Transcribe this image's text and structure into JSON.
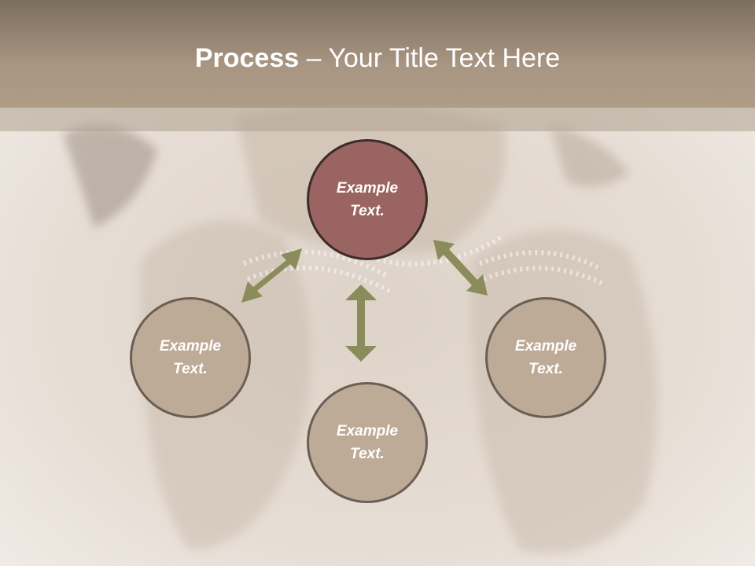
{
  "slide": {
    "title_bold": "Process",
    "title_rest": " – Your Title Text Here"
  },
  "diagram": {
    "nodes": [
      {
        "label": "Example\nText."
      },
      {
        "label": "Example\nText."
      },
      {
        "label": "Example\nText."
      },
      {
        "label": "Example\nText."
      }
    ]
  },
  "colors": {
    "header": "#a89582",
    "center_circle": "#9a6462",
    "outer_circle": "#bdab98",
    "arrow": "#8a8c5c"
  }
}
